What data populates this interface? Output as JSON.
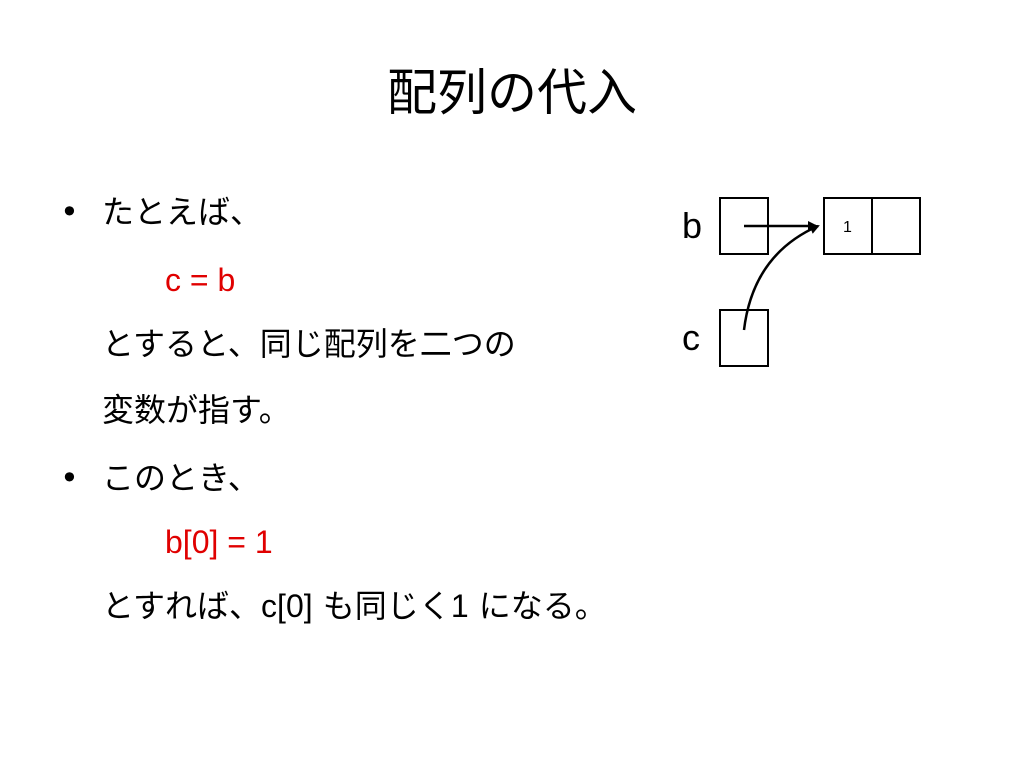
{
  "title": "配列の代入",
  "bullets": [
    {
      "marker": "•",
      "lead": "たとえば、",
      "code": "c = b",
      "text_line1": "とすると、同じ配列を二つの",
      "text_line2": "変数が指す。"
    },
    {
      "marker": "•",
      "lead": "このとき、",
      "code": "b[0] = 1",
      "text_part1": "とすれば、",
      "text_code": "c[0]",
      "text_part2": " も同じく",
      "text_num": "1",
      "text_part3": " になる。"
    }
  ],
  "diagram": {
    "var_b": "b",
    "var_c": "c",
    "array_cells": [
      "1",
      ""
    ]
  },
  "colors": {
    "code": "#e00000",
    "text": "#000000"
  }
}
